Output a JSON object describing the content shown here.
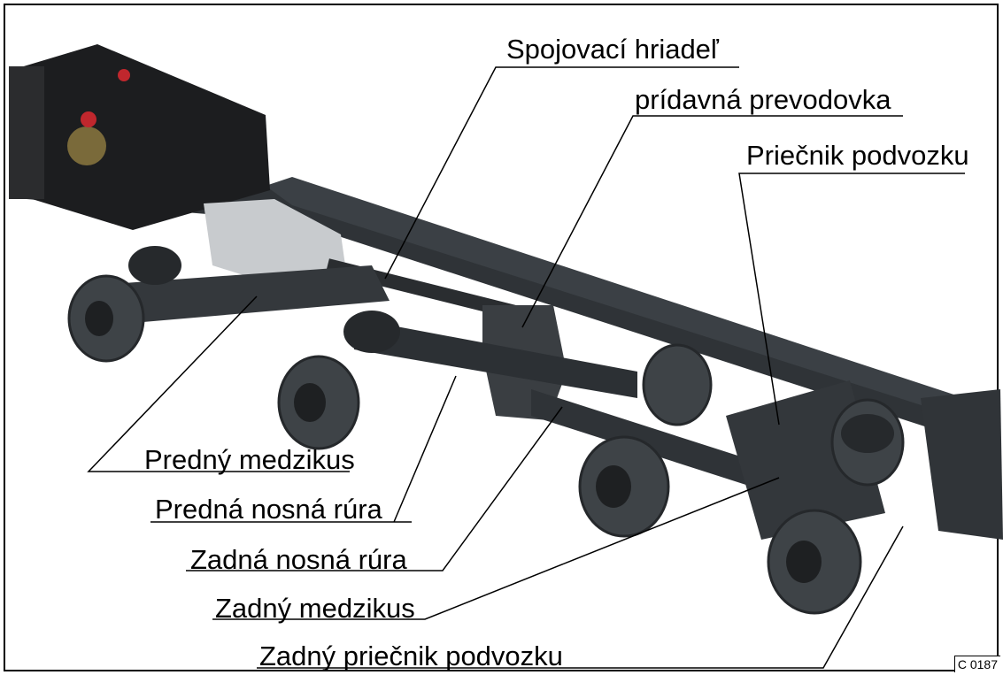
{
  "figure": {
    "code": "C 0187",
    "colors": {
      "frame": "#2e3236",
      "frame_light": "#4a4f54",
      "gearbox": "#c9cccf",
      "engine": "#1e1f21",
      "leader": "#000000"
    }
  },
  "labels": {
    "spojovaci_hriadel": "Spojovací hriadeľ",
    "pridavna_prevodovka": "prídavná prevodovka",
    "priecnik_podvozku": "Priečnik podvozku",
    "predny_medzikus": "Predný medzikus",
    "predna_nosna_rura": "Predná nosná rúra",
    "zadna_nosna_rura": "Zadná nosná rúra",
    "zadny_medzikus": "Zadný medzikus",
    "zadny_priecnik_podvozku": "Zadný priečnik podvozku"
  }
}
